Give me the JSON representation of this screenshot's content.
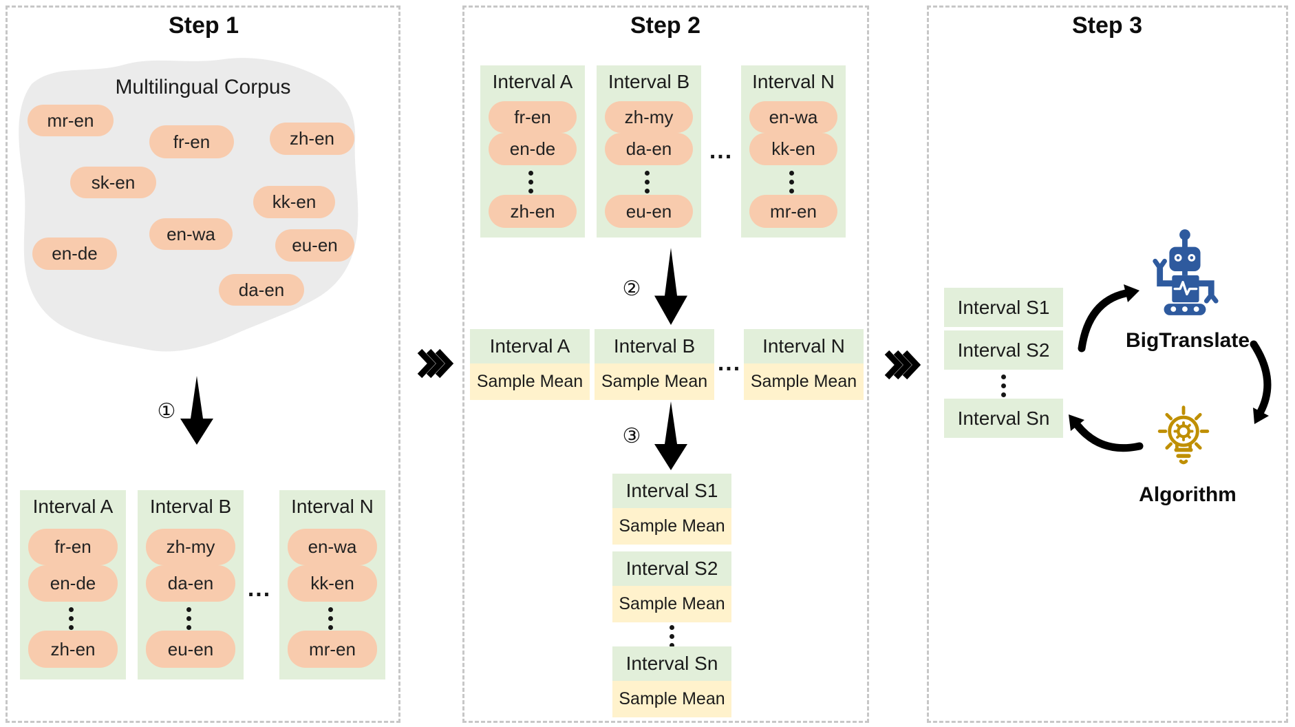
{
  "figure": {
    "step1": {
      "title": "Step 1",
      "arrow_label": "①",
      "ellipsis": "...",
      "corpus": {
        "title": "Multilingual Corpus",
        "pairs": [
          "mr-en",
          "fr-en",
          "zh-en",
          "sk-en",
          "kk-en",
          "en-de",
          "en-wa",
          "eu-en",
          "da-en"
        ]
      },
      "columns": [
        {
          "title": "Interval A",
          "pairs": [
            "fr-en",
            "en-de",
            "zh-en"
          ]
        },
        {
          "title": "Interval B",
          "pairs": [
            "zh-my",
            "da-en",
            "eu-en"
          ]
        },
        {
          "title": "Interval N",
          "pairs": [
            "en-wa",
            "kk-en",
            "mr-en"
          ]
        }
      ]
    },
    "step2": {
      "title": "Step 2",
      "arrow2_label": "②",
      "arrow3_label": "③",
      "ellipsis_top": "...",
      "ellipsis_mid": "...",
      "columns": [
        {
          "title": "Interval A",
          "pairs": [
            "fr-en",
            "en-de",
            "zh-en"
          ]
        },
        {
          "title": "Interval B",
          "pairs": [
            "zh-my",
            "da-en",
            "eu-en"
          ]
        },
        {
          "title": "Interval N",
          "pairs": [
            "en-wa",
            "kk-en",
            "mr-en"
          ]
        }
      ],
      "mean_cards": [
        {
          "title": "Interval A",
          "mean_label": "Sample Mean"
        },
        {
          "title": "Interval B",
          "mean_label": "Sample Mean"
        },
        {
          "title": "Interval N",
          "mean_label": "Sample Mean"
        }
      ],
      "sorted_cards": [
        {
          "title": "Interval S1",
          "mean_label": "Sample Mean"
        },
        {
          "title": "Interval S2",
          "mean_label": "Sample Mean"
        },
        {
          "title": "Interval Sn",
          "mean_label": "Sample Mean"
        }
      ]
    },
    "step3": {
      "title": "Step 3",
      "intervals": [
        "Interval S1",
        "Interval S2",
        "Interval Sn"
      ],
      "model_label": "BigTranslate",
      "algorithm_label": "Algorithm"
    },
    "colors": {
      "pair_pill": "#F8CBAD",
      "interval_green": "#E2EFDA",
      "mean_yellow": "#FFF2CC",
      "corpus_blob": "#EBEBEB",
      "robot_blue": "#2E5A9E",
      "algorithm_gold": "#BF8F00",
      "arrow_black": "#000000"
    }
  }
}
